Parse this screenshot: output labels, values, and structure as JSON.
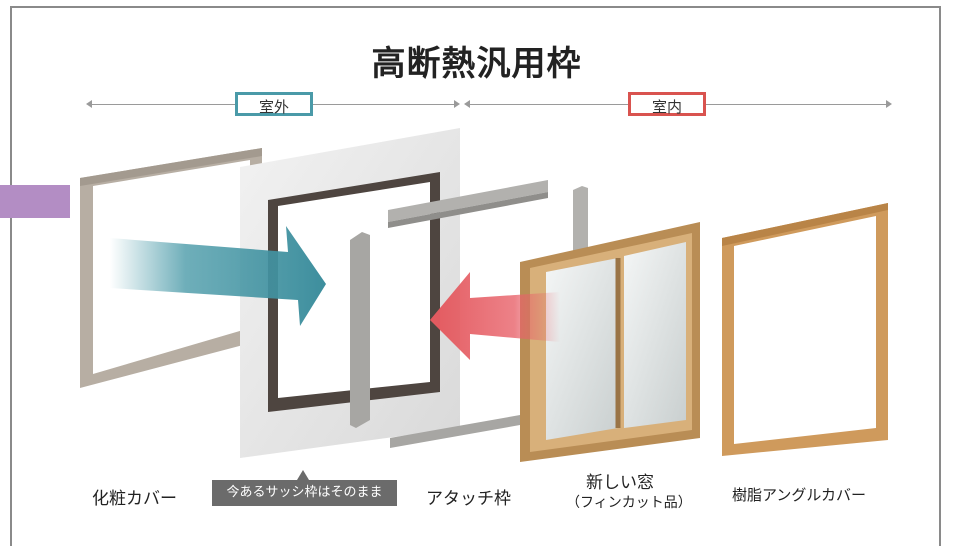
{
  "title": "高断熱汎用枠",
  "labels": {
    "outdoor": "室外",
    "indoor": "室内"
  },
  "parts": {
    "cosmetic_cover": "化粧カバー",
    "existing_sash_note": "今あるサッシ枠はそのまま",
    "attach_frame": "アタッチ枠",
    "new_window": "新しい窓",
    "new_window_sub": "（フィンカット品）",
    "resin_angle_cover": "樹脂アングルカバー"
  },
  "colors": {
    "outdoor_accent": "#4a9aa8",
    "indoor_accent": "#d9534f",
    "tab": "#b38dc4"
  }
}
